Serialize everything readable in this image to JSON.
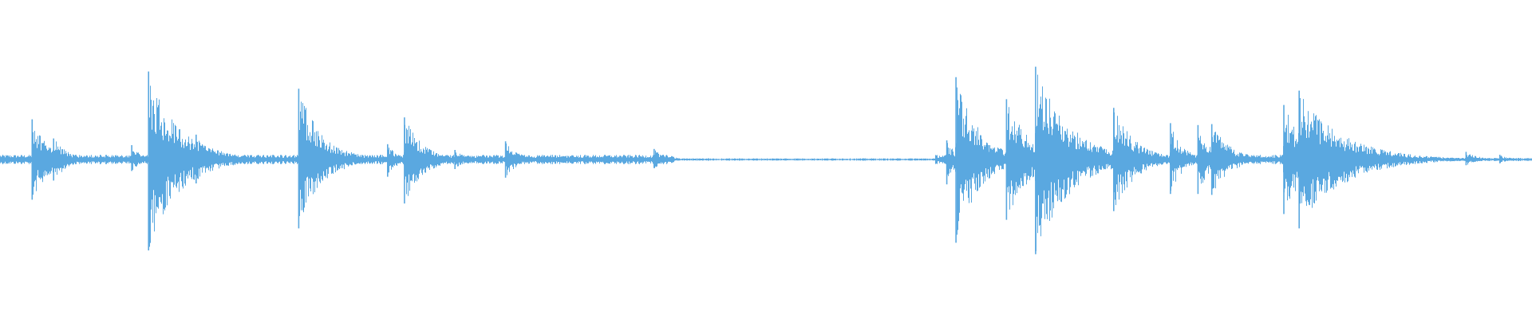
{
  "waveform": {
    "color": "#5aa8e0",
    "baseline_amplitude": 0.035,
    "transients": [
      {
        "t": 0.021,
        "peak_up": 0.42,
        "peak_down": 0.42,
        "decay": 0.012
      },
      {
        "t": 0.028,
        "peak_up": 0.17,
        "peak_down": 0.17,
        "decay": 0.008
      },
      {
        "t": 0.035,
        "peak_up": 0.22,
        "peak_down": 0.22,
        "decay": 0.01
      },
      {
        "t": 0.086,
        "peak_up": 0.15,
        "peak_down": 0.12,
        "decay": 0.006
      },
      {
        "t": 0.097,
        "peak_up": 0.92,
        "peak_down": 0.95,
        "decay": 0.02
      },
      {
        "t": 0.128,
        "peak_up": 0.26,
        "peak_down": 0.25,
        "decay": 0.01
      },
      {
        "t": 0.195,
        "peak_up": 0.74,
        "peak_down": 0.72,
        "decay": 0.015
      },
      {
        "t": 0.253,
        "peak_up": 0.16,
        "peak_down": 0.18,
        "decay": 0.006
      },
      {
        "t": 0.264,
        "peak_up": 0.44,
        "peak_down": 0.46,
        "decay": 0.012
      },
      {
        "t": 0.297,
        "peak_up": 0.1,
        "peak_down": 0.1,
        "decay": 0.006
      },
      {
        "t": 0.33,
        "peak_up": 0.19,
        "peak_down": 0.19,
        "decay": 0.008
      },
      {
        "t": 0.427,
        "peak_up": 0.11,
        "peak_down": 0.09,
        "decay": 0.008
      },
      {
        "t": 0.618,
        "peak_up": 0.2,
        "peak_down": 0.26,
        "decay": 0.006
      },
      {
        "t": 0.624,
        "peak_up": 0.86,
        "peak_down": 0.87,
        "decay": 0.015
      },
      {
        "t": 0.646,
        "peak_up": 0.15,
        "peak_down": 0.14,
        "decay": 0.006
      },
      {
        "t": 0.657,
        "peak_up": 0.63,
        "peak_down": 0.63,
        "decay": 0.015
      },
      {
        "t": 0.676,
        "peak_up": 0.97,
        "peak_down": 0.99,
        "decay": 0.022
      },
      {
        "t": 0.718,
        "peak_up": 0.13,
        "peak_down": 0.1,
        "decay": 0.008
      },
      {
        "t": 0.727,
        "peak_up": 0.54,
        "peak_down": 0.54,
        "decay": 0.014
      },
      {
        "t": 0.764,
        "peak_up": 0.38,
        "peak_down": 0.36,
        "decay": 0.008
      },
      {
        "t": 0.782,
        "peak_up": 0.36,
        "peak_down": 0.36,
        "decay": 0.008
      },
      {
        "t": 0.791,
        "peak_up": 0.37,
        "peak_down": 0.37,
        "decay": 0.012
      },
      {
        "t": 0.838,
        "peak_up": 0.57,
        "peak_down": 0.57,
        "decay": 0.014
      },
      {
        "t": 0.848,
        "peak_up": 0.72,
        "peak_down": 0.72,
        "decay": 0.028
      },
      {
        "t": 0.957,
        "peak_up": 0.08,
        "peak_down": 0.06,
        "decay": 0.008
      },
      {
        "t": 0.979,
        "peak_up": 0.05,
        "peak_down": 0.04,
        "decay": 0.006
      }
    ],
    "quiet_regions": [
      {
        "start": 0.44,
        "end": 0.61,
        "level": 0.25
      },
      {
        "start": 0.9,
        "end": 1.0,
        "level": 0.35
      }
    ]
  }
}
